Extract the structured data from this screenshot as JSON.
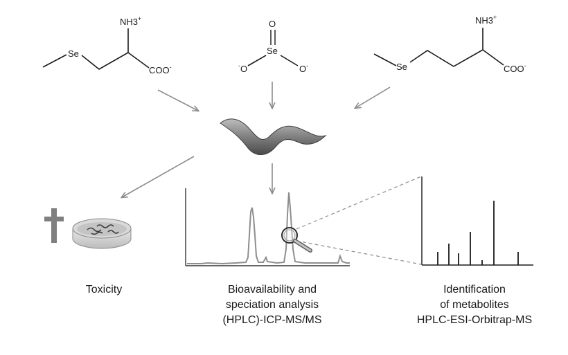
{
  "molecules": {
    "left": {
      "amine": "NH3",
      "amine_charge": "+",
      "selenium": "Se",
      "carboxylate": "COO",
      "carboxylate_charge": "-"
    },
    "center": {
      "double_oxygen": "O",
      "selenium": "Se",
      "oxygen_left": "O",
      "oxygen_right": "O",
      "charge_left": "-",
      "charge_right": "-"
    },
    "right": {
      "amine": "NH3",
      "amine_charge": "+",
      "selenium": "Se",
      "carboxylate": "COO",
      "carboxylate_charge": "-"
    }
  },
  "captions": {
    "toxicity": [
      "Toxicity"
    ],
    "bioavailability": [
      "Bioavailability and",
      "speciation analysis",
      "(HPLC)-ICP-MS/MS"
    ],
    "identification": [
      "Identification",
      "of metabolites",
      "HPLC-ESI-Orbitrap-MS"
    ]
  },
  "icons": {
    "cross": "cross-icon",
    "petri_dish": "petri-dish-icon",
    "worm": "worm-icon",
    "magnifier": "magnifier-icon"
  },
  "colors": {
    "arrow": "#8c8c8c",
    "line": "#1a1a1a",
    "worm_dark": "#4a4a4a",
    "worm_light": "#bdbdbd",
    "cross": "#7f7f7f"
  }
}
